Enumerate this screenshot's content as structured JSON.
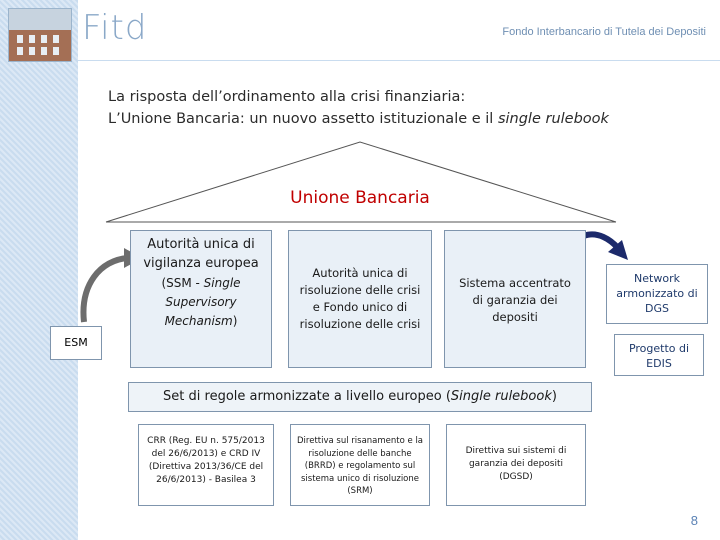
{
  "header": {
    "logo_text": "Fitd",
    "org_name": "Fondo Interbancario di Tutela dei Depositi"
  },
  "slide": {
    "title_line1": "La risposta dell’ordinamento alla crisi finanziaria:",
    "title_line2_prefix": "L’Unione Bancaria: un nuovo assetto istituzionale e il ",
    "title_line2_italic": "single rulebook",
    "banner": "Unione Bancaria",
    "esm_label": "ESM",
    "pillar1": {
      "main": "Autorità unica di vigilanza europea",
      "sub_prefix": "(SSM - ",
      "sub_italic": "Single Supervisory Mechanism",
      "sub_suffix": ")"
    },
    "pillar2": {
      "text": "Autorità unica di risoluzione delle crisi e Fondo unico di risoluzione delle crisi"
    },
    "pillar3": {
      "text": "Sistema accentrato di garanzia dei depositi"
    },
    "network": {
      "text": "Network armonizzato di DGS"
    },
    "edis": {
      "text": "Progetto di EDIS"
    },
    "ribbon": {
      "prefix": "Set di regole armonizzate a livello europeo (",
      "italic": "Single rulebook",
      "suffix": ")"
    },
    "lower1": {
      "text": "CRR (Reg. EU n. 575/2013 del 26/6/2013) e CRD IV (Direttiva 2013/36/CE del 26/6/2013) - Basilea 3"
    },
    "lower2": {
      "text": "Direttiva sul risanamento e la risoluzione delle banche (BRRD) e regolamento sul sistema unico di risoluzione (SRM)"
    },
    "lower3": {
      "text": "Direttiva sui sistemi di garanzia dei depositi (DGSD)"
    },
    "page_number": "8"
  }
}
